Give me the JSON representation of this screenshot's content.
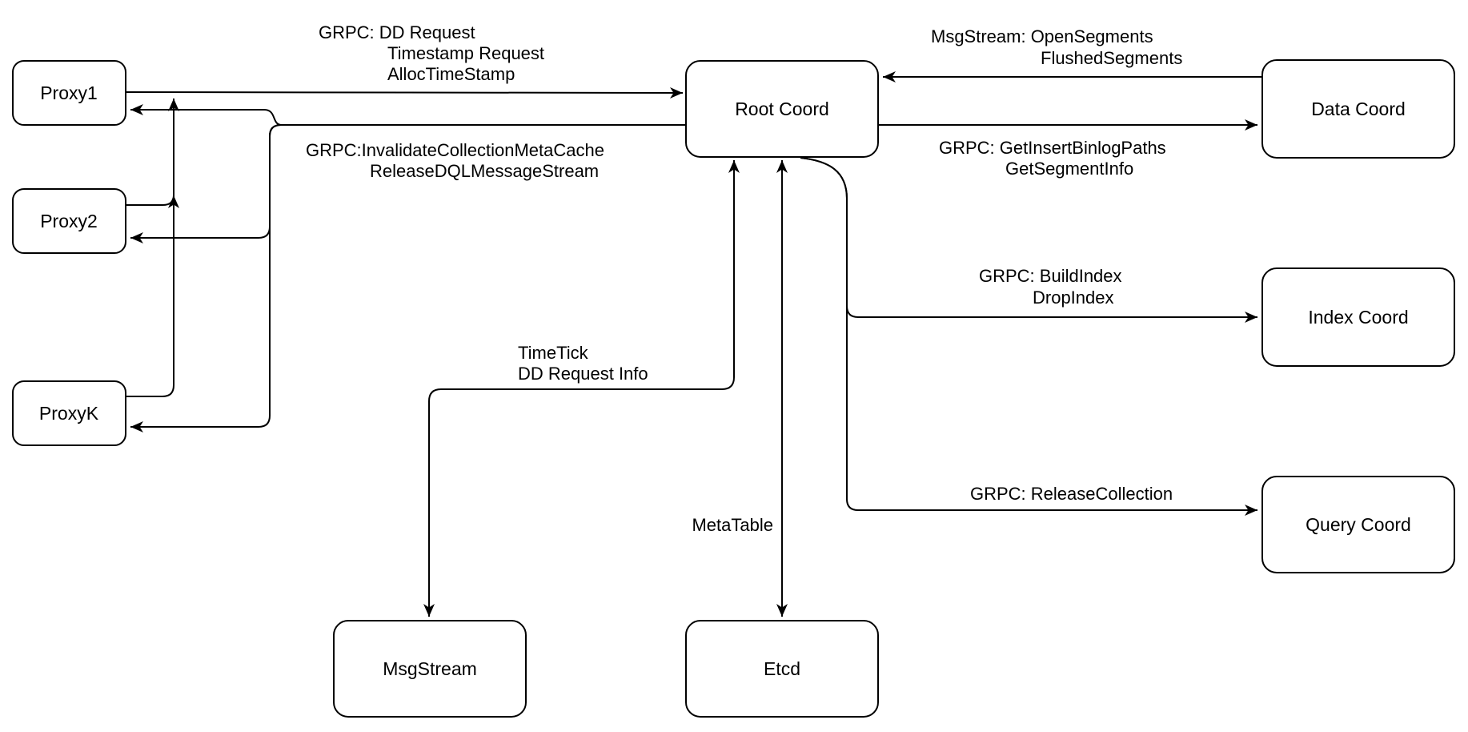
{
  "diagram": {
    "title": "Root Coord interactions diagram",
    "colors": {
      "stroke": "#000000",
      "background": "#ffffff"
    },
    "nodes": [
      {
        "id": "proxy1",
        "label": "Proxy1"
      },
      {
        "id": "proxy2",
        "label": "Proxy2"
      },
      {
        "id": "proxyk",
        "label": "ProxyK"
      },
      {
        "id": "root-coord",
        "label": "Root Coord"
      },
      {
        "id": "data-coord",
        "label": "Data Coord"
      },
      {
        "id": "index-coord",
        "label": "Index Coord"
      },
      {
        "id": "query-coord",
        "label": "Query Coord"
      },
      {
        "id": "msgstream",
        "label": "MsgStream"
      },
      {
        "id": "etcd",
        "label": "Etcd"
      }
    ],
    "edges": {
      "grpc_dd": [
        "GRPC: DD Request",
        "Timestamp Request",
        "AllocTimeStamp"
      ],
      "invalidate": [
        "GRPC:InvalidateCollectionMetaCache",
        "ReleaseDQLMessageStream"
      ],
      "msgstream_segments": [
        "MsgStream: OpenSegments",
        "FlushedSegments"
      ],
      "get_binlog": [
        "GRPC: GetInsertBinlogPaths",
        "GetSegmentInfo"
      ],
      "build_index": [
        "GRPC: BuildIndex",
        "DropIndex"
      ],
      "release_collection": [
        "GRPC: ReleaseCollection"
      ],
      "timetick": [
        "TimeTick",
        "DD Request Info"
      ],
      "metatable": [
        "MetaTable"
      ]
    }
  }
}
